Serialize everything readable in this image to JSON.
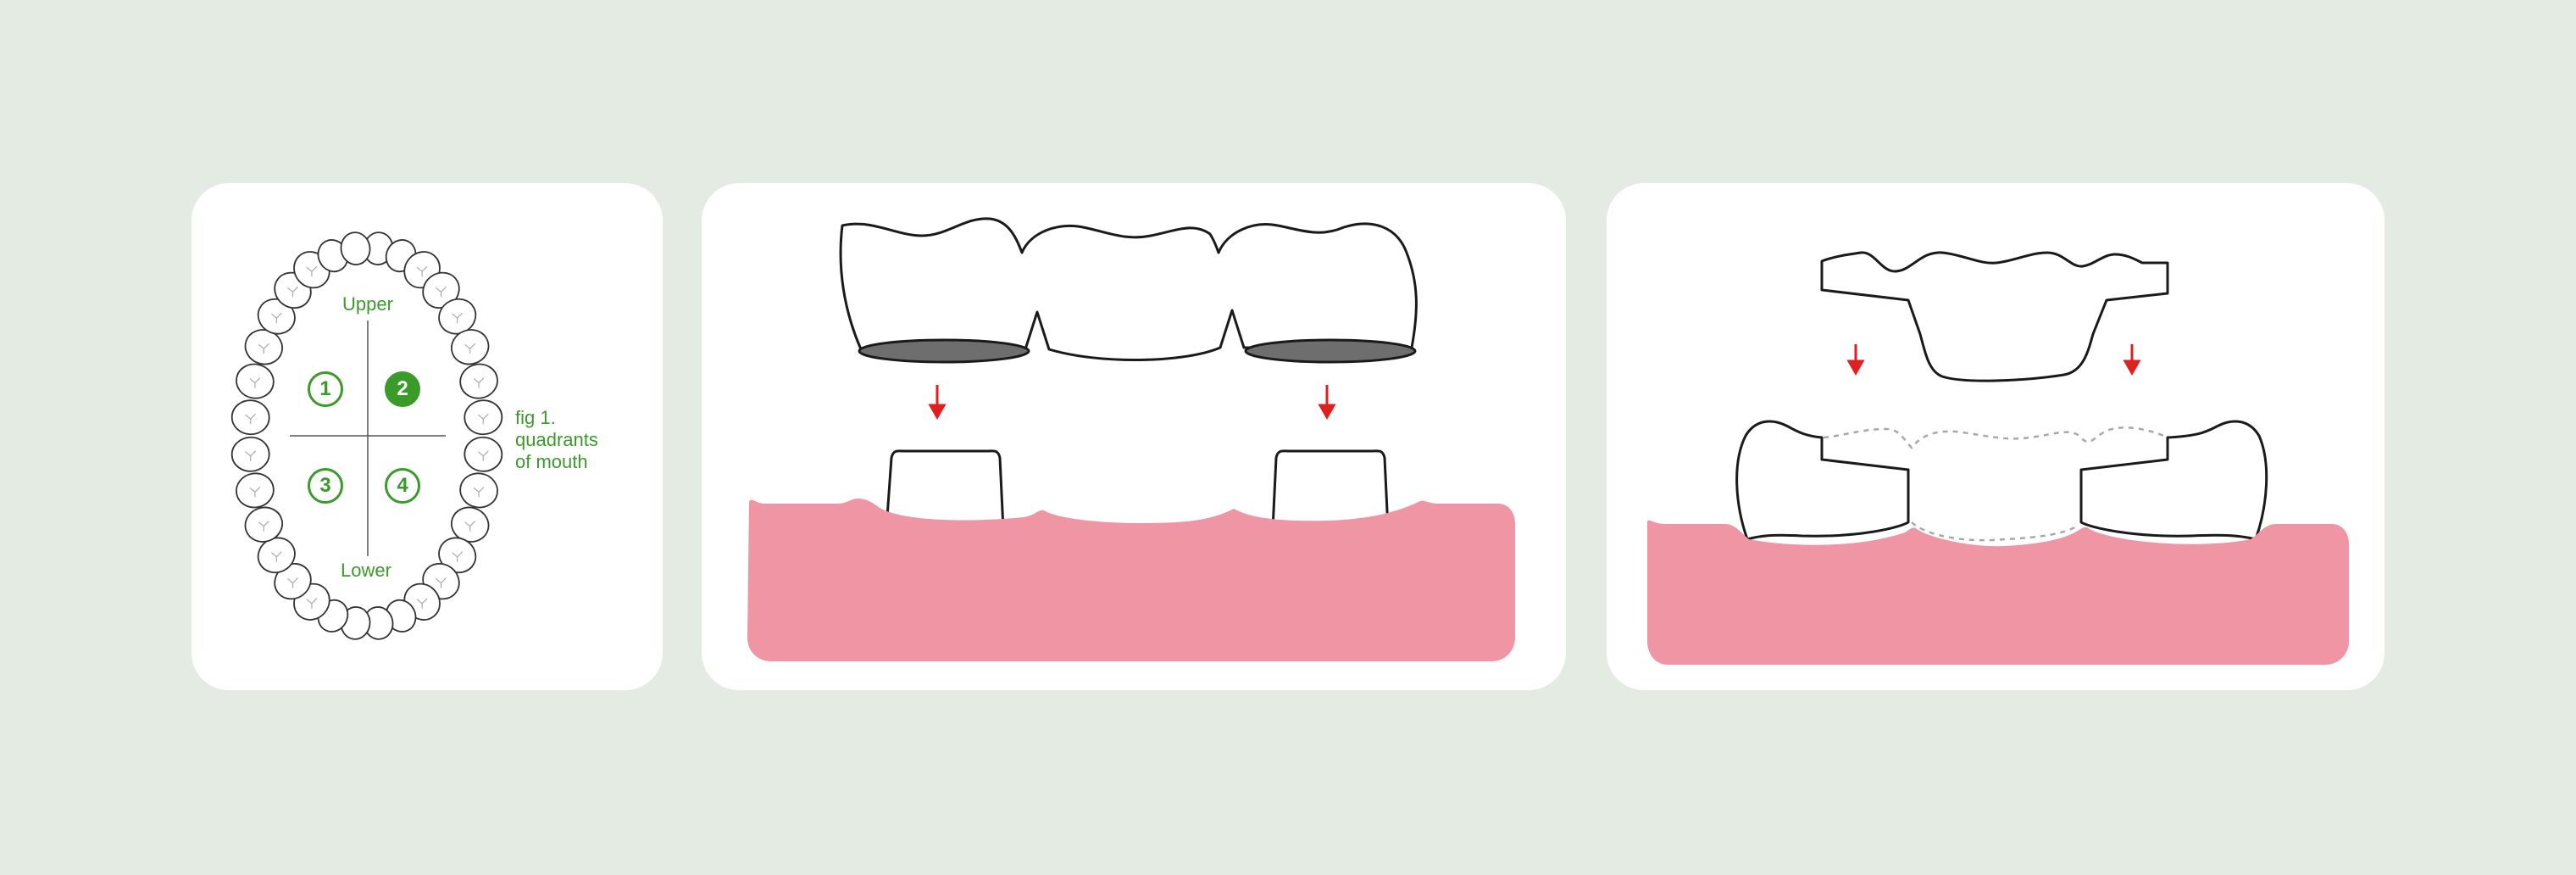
{
  "quadrants": {
    "upper_label": "Upper",
    "lower_label": "Lower",
    "q1": "1",
    "q2": "2",
    "q3": "3",
    "q4": "4",
    "active_quadrant": "2",
    "fig_line1": "fig 1.",
    "fig_line2": "quadrants",
    "fig_line3": "of mouth"
  },
  "colors": {
    "background": "#e3ebe2",
    "panel": "#ffffff",
    "accent_green": "#3a9a2a",
    "gum_pink": "#ef95a3",
    "arrow_red": "#e01f1f",
    "abutment_grey": "#6e6e6e",
    "outline": "#1a1a1a"
  }
}
